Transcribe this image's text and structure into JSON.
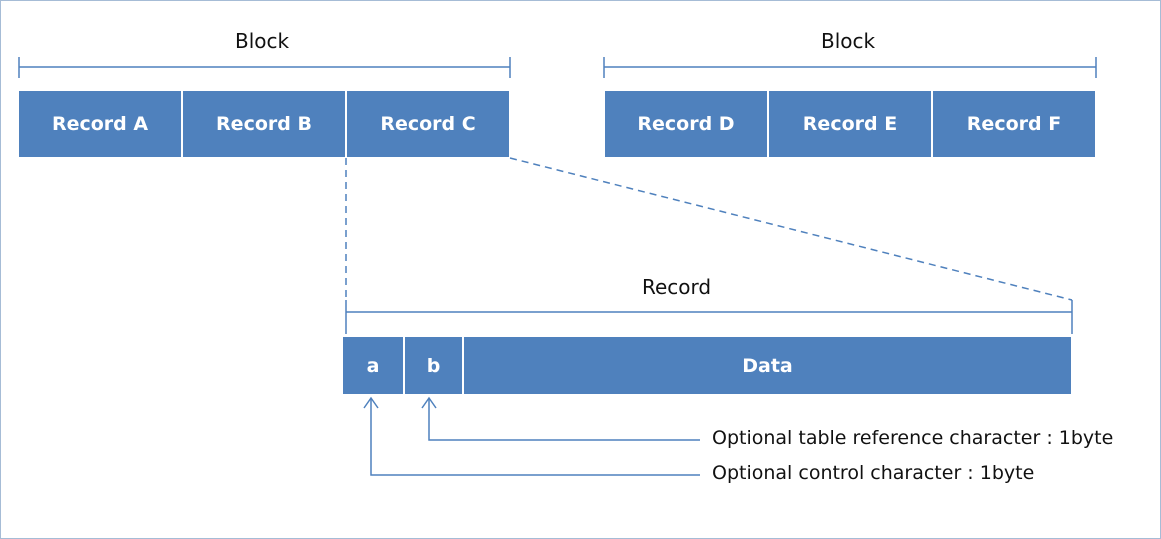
{
  "block_left": {
    "label": "Block",
    "records": [
      "Record A",
      "Record B",
      "Record C"
    ]
  },
  "block_right": {
    "label": "Block",
    "records": [
      "Record D",
      "Record E",
      "Record F"
    ]
  },
  "record_detail": {
    "label": "Record",
    "fields": [
      "a",
      "b",
      "Data"
    ]
  },
  "annotations": {
    "b": "Optional table reference character : 1byte",
    "a": "Optional control character : 1byte"
  },
  "colors": {
    "cell_fill": "#4f81bd",
    "line": "#4f81bd",
    "frame_border": "#a6bcd6"
  }
}
